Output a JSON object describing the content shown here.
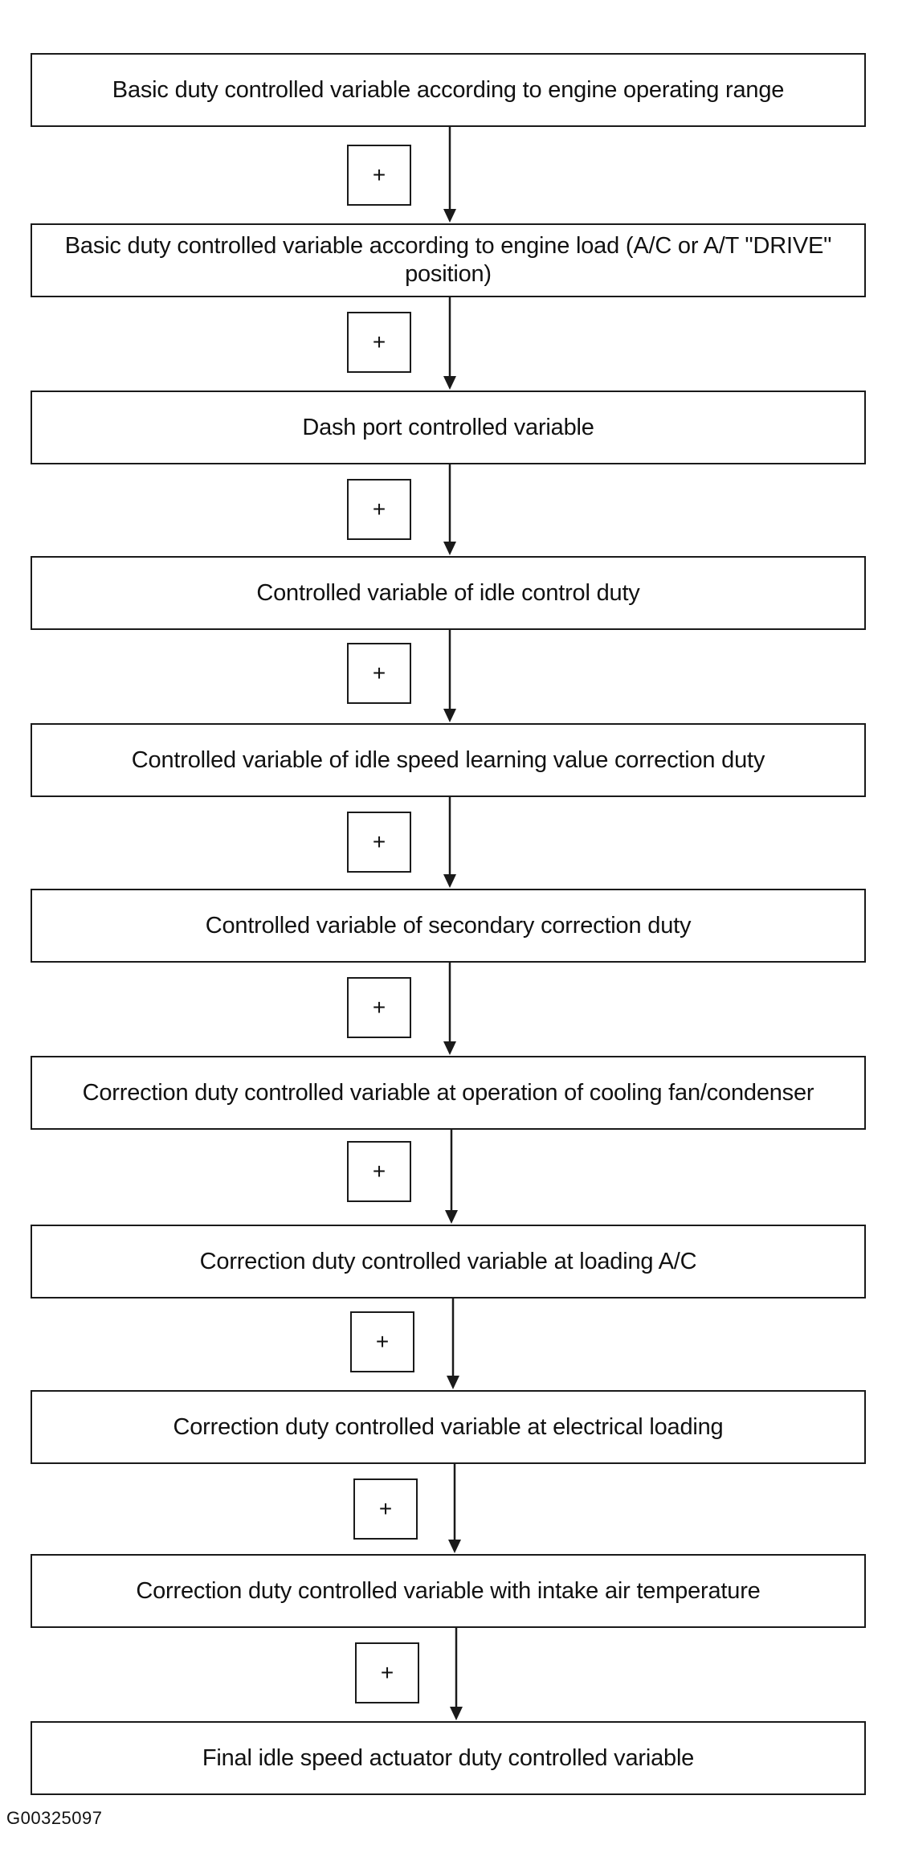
{
  "steps": [
    "Basic duty controlled variable according to engine operating range",
    "Basic duty controlled variable according to engine load (A/C or A/T \"DRIVE\" position)",
    "Dash port controlled variable",
    "Controlled variable of idle control duty",
    "Controlled variable of idle speed learning value correction duty",
    "Controlled variable of secondary correction duty",
    "Correction duty controlled variable at operation of cooling fan/condenser",
    "Correction duty controlled variable at loading A/C",
    "Correction duty controlled variable at electrical loading",
    "Correction duty controlled variable with intake air temperature",
    "Final idle speed actuator duty controlled variable"
  ],
  "operator_symbol": "+",
  "figure_id": "G00325097"
}
